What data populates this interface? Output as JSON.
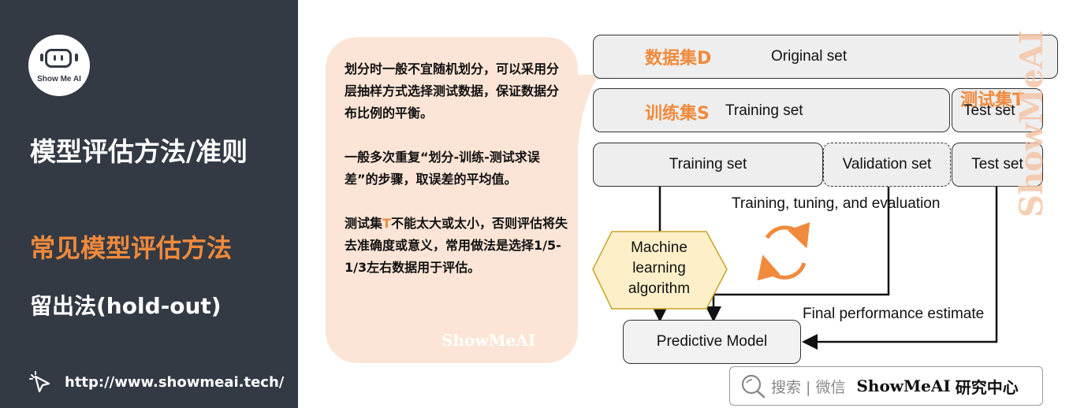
{
  "sidebar": {
    "logo_text": "Show Me AI",
    "title": "模型评估方法/准则",
    "subtitle": "常见模型评估方法",
    "subtitle2": "留出法(hold-out)",
    "link": "http://www.showmeai.tech/",
    "link_icon": "cursor-click-icon",
    "accent_color": "#f08a3c",
    "bg_color": "#333a44"
  },
  "bubble": {
    "p1": "划分时一般不宜随机划分，可以采用分层抽样方式选择测试数据，保证数据分布比例的平衡。",
    "p2": "一般多次重复“划分-训练-测试求误差”的步骤，取误差的平均值。",
    "p3_prefix": "测试集",
    "p3_highlight": "T",
    "p3_rest": "不能太大或太小，否则评估将失去准确度或意义，常用做法是选择1/5-1/3左右数据用于评估。",
    "watermark": "ShowMeAI",
    "bg_color": "#fce5d6"
  },
  "diagram": {
    "row1": {
      "cn": "数据集D",
      "en": "Original set"
    },
    "row2": {
      "cn": "训练集S",
      "en": "Training set",
      "test_cn": "测试集T",
      "test_en": "Test set"
    },
    "row3": {
      "train": "Training set",
      "val": "Validation set",
      "test": "Test set"
    },
    "loop_label": "Training, tuning, and evaluation",
    "algorithm": "Machine learning algorithm",
    "final_label": "Final performance estimate",
    "model": "Predictive Model",
    "edge_watermark": "ShowMeAI",
    "loop_icon": "refresh-cycle-icon",
    "algorithm_color": "#fdf0c8"
  },
  "footer": {
    "search_icon": "search-icon",
    "search_text": "搜索 | 微信",
    "brand": "ShowMeAI",
    "brand_suffix": "研究中心"
  }
}
